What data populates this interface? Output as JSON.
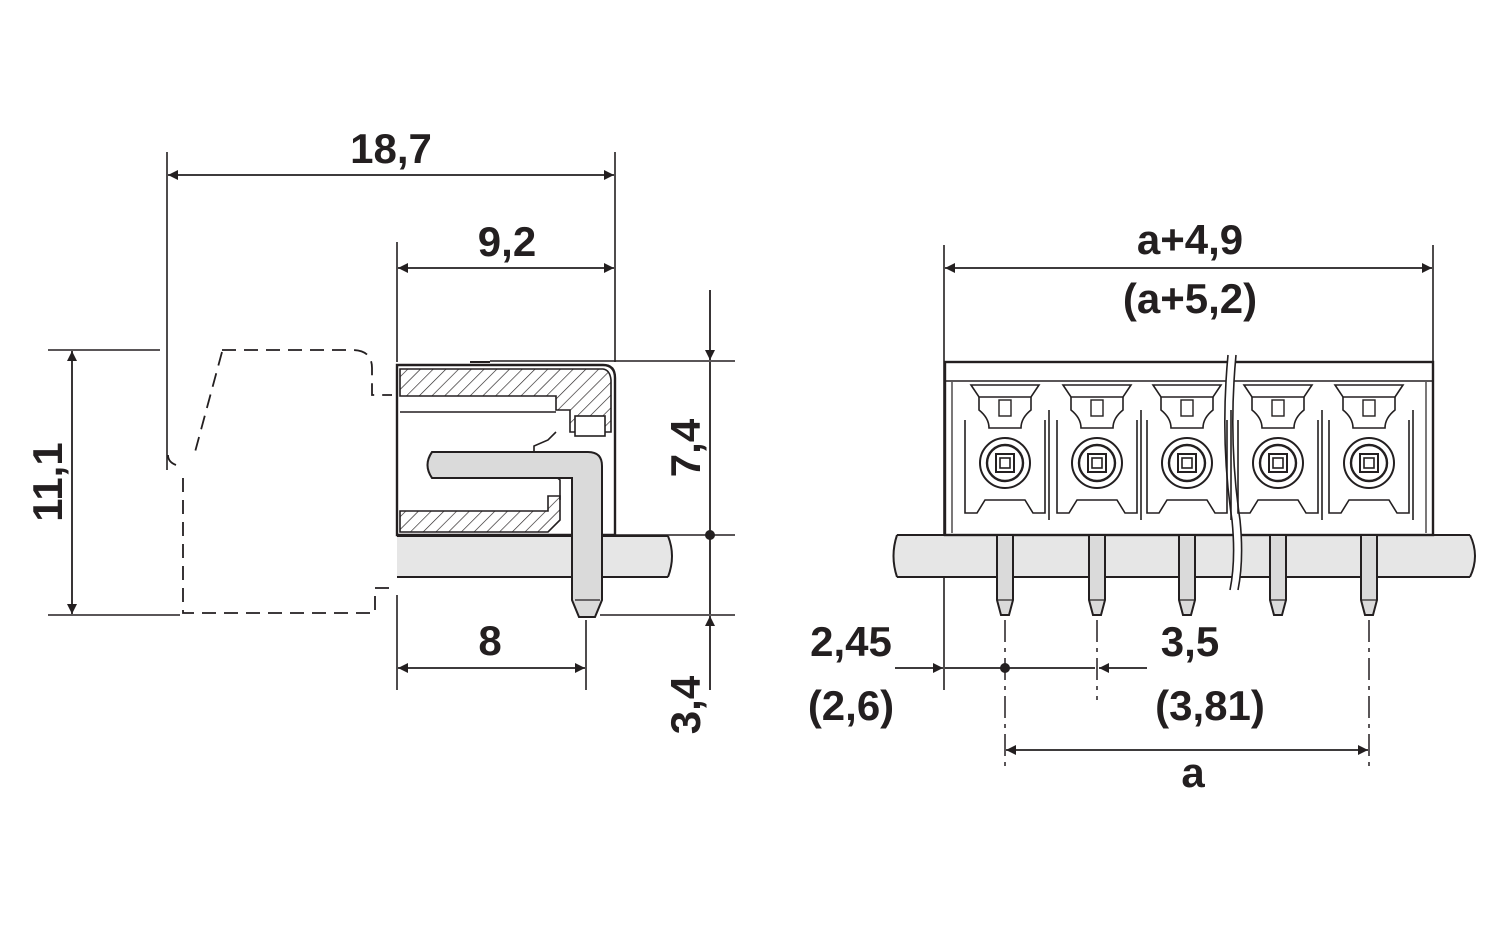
{
  "side_view": {
    "overall_length": "18,7",
    "housing_length": "9,2",
    "overall_height": "11,1",
    "housing_height": "7,4",
    "pin_length": "3,4",
    "pin_offset": "8"
  },
  "front_view": {
    "width": "a+4,9",
    "width_alt": "(a+5,2)",
    "edge_offset": "2,45",
    "edge_offset_alt": "(2,6)",
    "pitch": "3,5",
    "pitch_alt": "(3,81)",
    "span": "a"
  },
  "colors": {
    "line": "#231f20",
    "fill": "#ffffff",
    "pin_fill": "#dadada"
  }
}
